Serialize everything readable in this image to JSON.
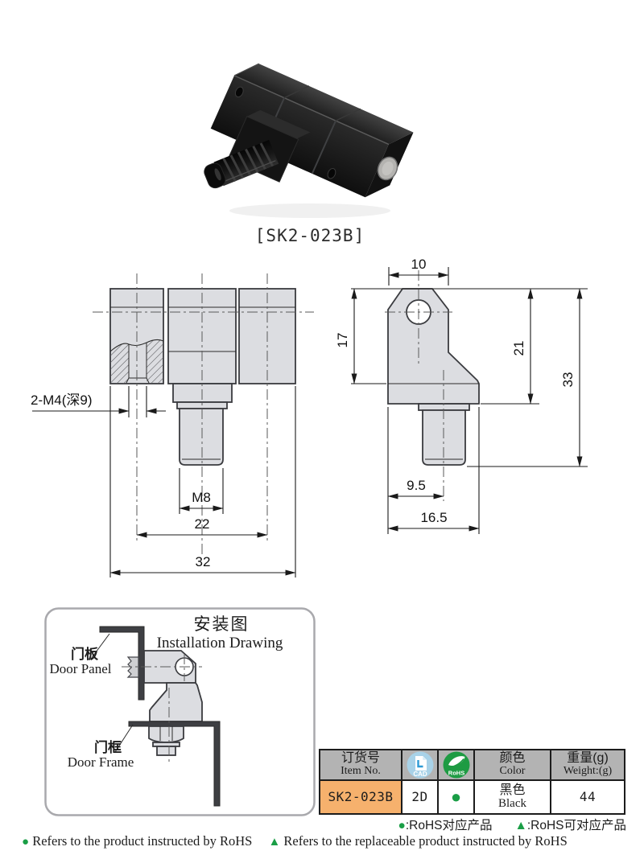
{
  "colors": {
    "accent_orange": "#F6B16D",
    "header_gray": "#B3B3B3",
    "marker_green": "#1A9E46",
    "cad_blue": "#A8D2E8",
    "rohs_green": "#1E9B43"
  },
  "product": {
    "code": "[SK2-023B]"
  },
  "front_view": {
    "thread_note": "2-M4(深9)",
    "stud_thread": "M8",
    "hole_spacing": "22",
    "overall_width": "32"
  },
  "side_view": {
    "tab_width": "10",
    "tab_height": "17",
    "body_height": "21",
    "overall_height": "33",
    "stud_offset": "9.5",
    "base_depth": "16.5"
  },
  "installation": {
    "title_zh": "安装图",
    "title_en": "Installation Drawing",
    "door_panel_zh": "门板",
    "door_panel_en": "Door Panel",
    "door_frame_zh": "门框",
    "door_frame_en": "Door Frame"
  },
  "table": {
    "item_header_zh": "订货号",
    "item_header_en": "Item No.",
    "cad_icon_label": "CAD",
    "rohs_icon_label": "RoHS",
    "color_header_zh": "颜色",
    "color_header_en": "Color",
    "weight_header_zh": "重量(g)",
    "weight_header_en": "Weight:(g)",
    "item_no": "SK2-023B",
    "cad_value": "2D",
    "rohs_value": "●",
    "color_zh": "黑色",
    "color_en": "Black",
    "weight_value": "44"
  },
  "legend": {
    "dot": "●",
    "dot_label": ":RoHS对应产品",
    "triangle": "▲",
    "triangle_label": ":RoHS可对应产品"
  },
  "footer": {
    "dot": "●",
    "dot_text": "Refers to the product instructed by RoHS",
    "triangle": "▲",
    "triangle_text": "Refers to the replaceable product instructed by RoHS"
  }
}
